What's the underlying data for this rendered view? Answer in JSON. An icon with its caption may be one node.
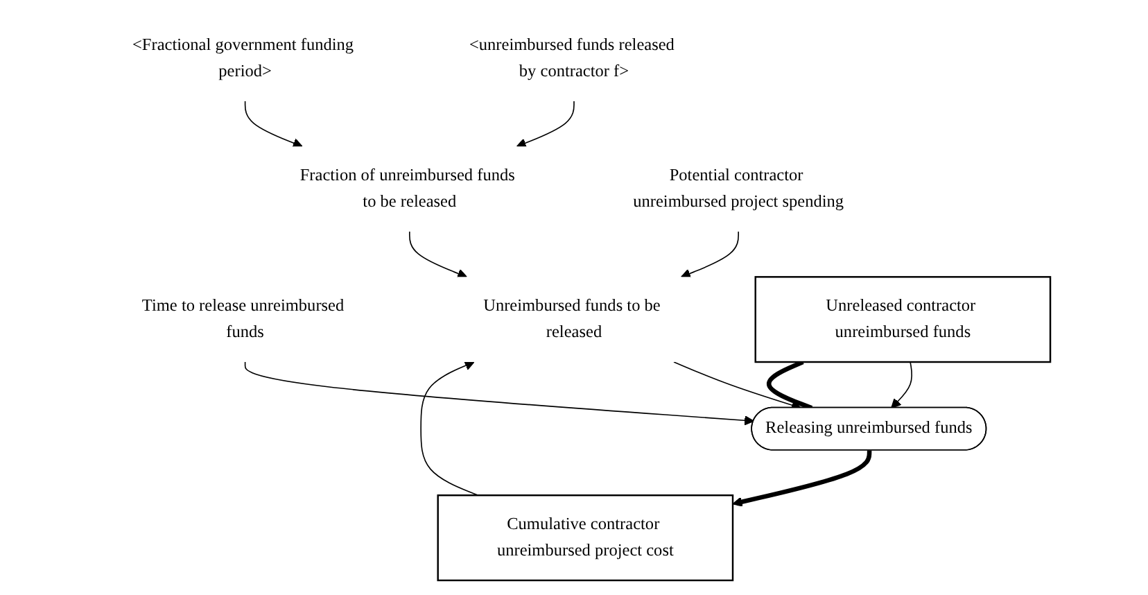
{
  "diagram": {
    "nodes": [
      {
        "text": [
          "<unreimbursed funds released by contractor f>"
        ]
      },
      {
        "text": [
          "<Fractional government funding period>"
        ]
      },
      {
        "text": [
          "Fraction of unreimbursed funds to be released"
        ]
      },
      {
        "text": [
          "Time to release unreimbursed funds"
        ]
      },
      {
        "text": [
          "Unreimbursed funds to be released"
        ]
      },
      {
        "text": [
          "Potential contractor unreimbursed project spending"
        ]
      },
      {
        "text": [
          "Unreleased contractor unreimbursed funds"
        ]
      },
      {
        "text": [
          "Releasing unreimbursed funds"
        ]
      },
      {
        "text": [
          "Cumulative contractor unreimbursed project cost"
        ]
      }
    ],
    "edges": [
      {
        "from": 0,
        "to": 2,
        "arrow": "to"
      },
      {
        "from": 1,
        "to": 2,
        "arrow": "to"
      },
      {
        "from": 2,
        "to": 4,
        "arrow": "to"
      },
      {
        "from": 5,
        "to": 4,
        "arrow": "to"
      },
      {
        "from": 8,
        "to": 4,
        "arrow": "to"
      },
      {
        "from": 3,
        "to": 7,
        "arrow": "to"
      },
      {
        "from": 4,
        "to": 7,
        "arrow": "to"
      },
      {
        "from": 6,
        "to": 7,
        "arrow": "to"
      },
      {
        "from": 6,
        "to": 7,
        "arrow": "none",
        "style": "thick"
      },
      {
        "from": 7,
        "to": 8,
        "arrow": "to",
        "style": "thick"
      }
    ]
  }
}
